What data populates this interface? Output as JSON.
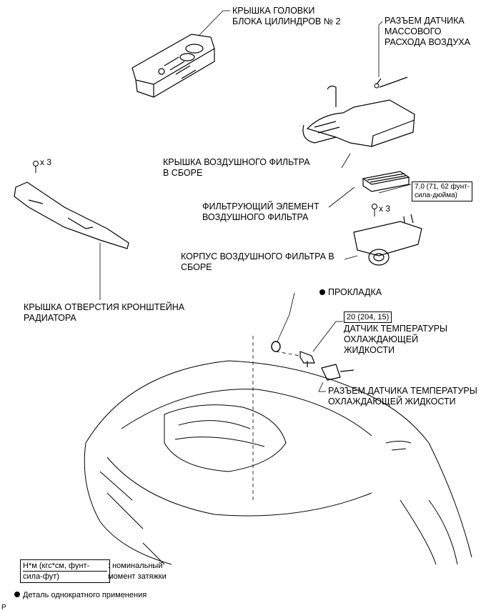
{
  "labels": {
    "cyl_cover": [
      "КРЫШКА ГОЛОВКИ",
      "БЛОКА ЦИЛИНДРОВ № 2"
    ],
    "maf_connector": [
      "РАЗЪЕМ ДАТЧИКА",
      "МАССОВОГО",
      "РАСХОДА ВОЗДУХА"
    ],
    "air_filter_cap": [
      "КРЫШКА ВОЗДУШНОГО ФИЛЬТРА",
      "В СБОРЕ"
    ],
    "filter_element": [
      "ФИЛЬТРУЮЩИЙ ЭЛЕМЕНТ",
      "ВОЗДУШНОГО ФИЛЬТРА"
    ],
    "filter_case": [
      "КОРПУС ВОЗДУШНОГО ФИЛЬТРА В",
      "СБОРЕ"
    ],
    "radiator_cover": [
      "КРЫШКА ОТВЕРСТИЯ КРОНШТЕЙНА",
      "РАДИАТОРА"
    ],
    "gasket": "ПРОКЛАДКА",
    "coolant_sensor": [
      "ДАТЧИК ТЕМПЕРАТУРЫ",
      "ОХЛАЖДАЮЩЕЙ",
      "ЖИДКОСТИ"
    ],
    "coolant_connector": [
      "РАЗЪЕМ ДАТЧИКА ТЕМПЕРАТУРЫ",
      "ОХЛАЖДАЮЩЕЙ ЖИДКОСТИ"
    ]
  },
  "torque": {
    "filter_case_bolts": [
      "7,0 (71, 62 фунт-",
      "сила-дюйма)"
    ],
    "coolant_sensor": "20 (204, 15)"
  },
  "quantities": {
    "radiator_cover_bolts": "x 3",
    "filter_case_bolts": "x 3"
  },
  "legend": {
    "unit_box": [
      "Н*м (кгс*см, фунт-",
      "сила-фут)"
    ],
    "unit_desc": [
      ": номинальный",
      "момент затяжки"
    ],
    "single_use": "Деталь однократного применения"
  },
  "corner_mark": "P"
}
